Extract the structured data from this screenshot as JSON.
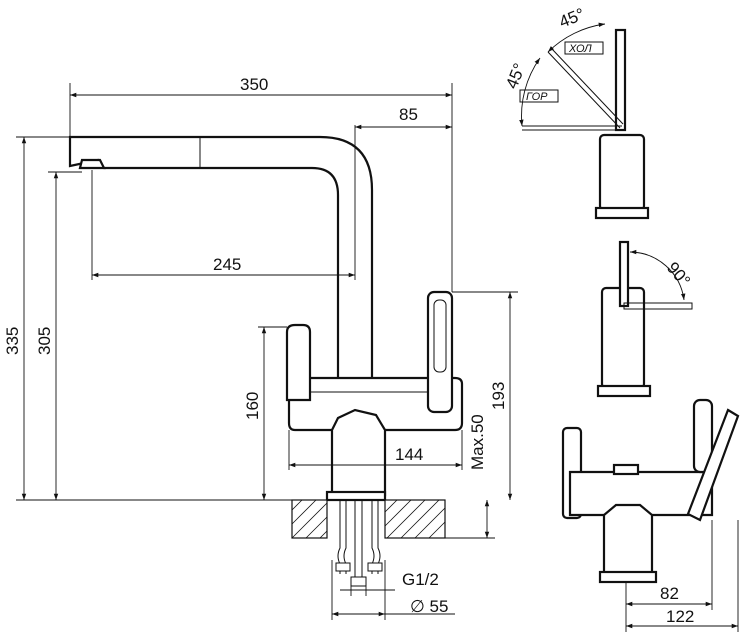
{
  "dimensions": {
    "overall_length": "350",
    "spout_offset": "85",
    "spout_reach": "245",
    "overall_height": "335",
    "spout_height": "305",
    "handle_height": "160",
    "lever_height": "193",
    "base_width": "144",
    "max_thickness": "Max.50",
    "thread": "G1/2",
    "hole_diameter": "∅ 55",
    "side_depth_a": "82",
    "side_depth_b": "122"
  },
  "angles": {
    "left_angle": "45°",
    "top_angle": "45°",
    "rotation_angle": "90°"
  },
  "labels": {
    "cold": "ХОЛ",
    "hot": "ГОР"
  }
}
